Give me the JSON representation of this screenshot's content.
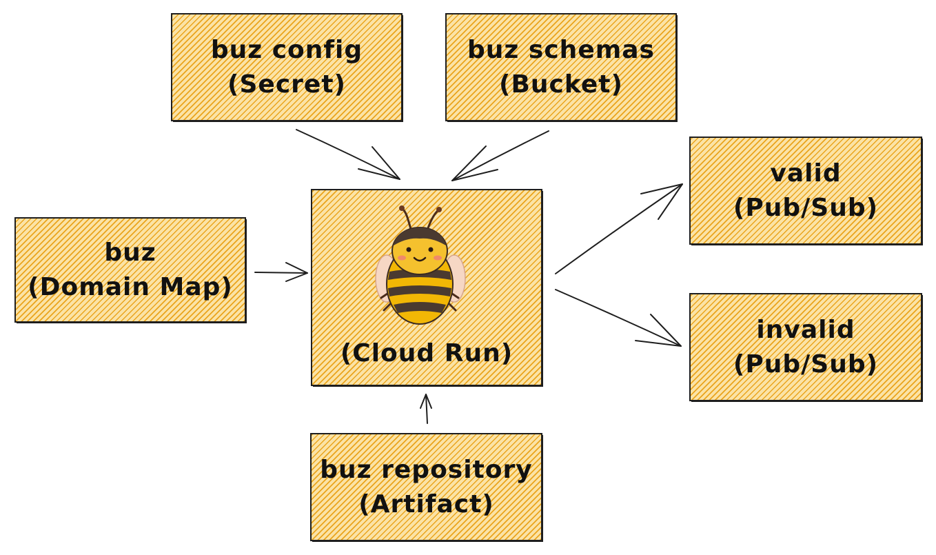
{
  "diagram": {
    "nodes": {
      "config": {
        "line1": "buz config",
        "line2": "(Secret)"
      },
      "schemas": {
        "line1": "buz schemas",
        "line2": "(Bucket)"
      },
      "domain": {
        "line1": "buz",
        "line2": "(Domain Map)"
      },
      "run": {
        "line1": "(Cloud Run)"
      },
      "valid": {
        "line1": "valid",
        "line2": "(Pub/Sub)"
      },
      "invalid": {
        "line1": "invalid",
        "line2": "(Pub/Sub)"
      },
      "artifact": {
        "line1": "buz repository",
        "line2": "(Artifact)"
      }
    },
    "edges": [
      {
        "from": "config",
        "to": "run"
      },
      {
        "from": "schemas",
        "to": "run"
      },
      {
        "from": "domain",
        "to": "run"
      },
      {
        "from": "artifact",
        "to": "run"
      },
      {
        "from": "run",
        "to": "valid"
      },
      {
        "from": "run",
        "to": "invalid"
      }
    ],
    "colors": {
      "fill": "#fbe3a6",
      "hatch": "#e9a014",
      "stroke": "#1e1e1e"
    }
  }
}
